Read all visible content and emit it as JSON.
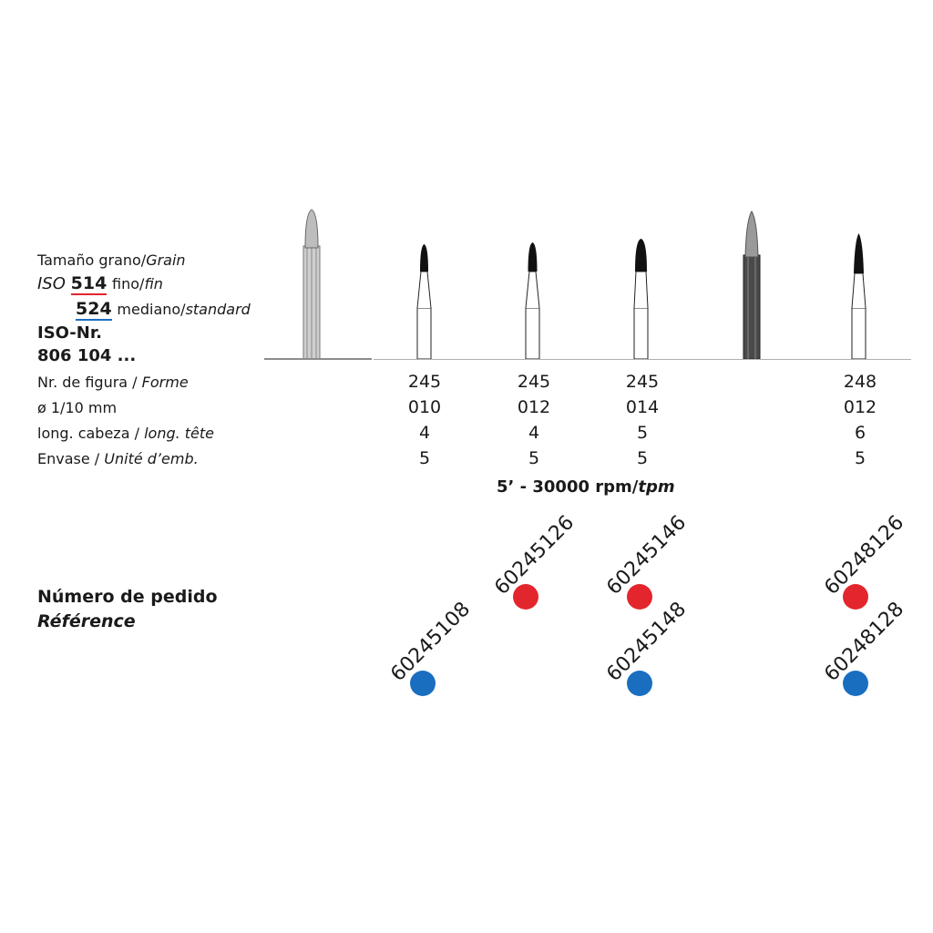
{
  "grain": {
    "title": "Tamaño grano/",
    "title_it": "Grain",
    "iso_prefix": "ISO",
    "fine_code": "514",
    "fine_label": "fino/",
    "fine_label_it": "fin",
    "medium_code": "524",
    "medium_label": "mediano/",
    "medium_label_it": "standard",
    "fine_color": "#e3262d",
    "medium_color": "#1a6ec0"
  },
  "iso_nr": {
    "label": "ISO-Nr.",
    "value": "806 104 ..."
  },
  "rows": [
    {
      "label": "Nr. de figura / ",
      "label_it": "Forme",
      "values": [
        "245",
        "245",
        "245",
        "248"
      ]
    },
    {
      "label": "ø 1/10 mm",
      "label_it": "",
      "values": [
        "010",
        "012",
        "014",
        "012"
      ]
    },
    {
      "label": "long. cabeza / ",
      "label_it": "long. tête",
      "values": [
        "4",
        "4",
        "5",
        "6"
      ]
    },
    {
      "label": "Envase / ",
      "label_it": "Unité d’emb.",
      "values": [
        "5",
        "5",
        "5",
        "5"
      ]
    }
  ],
  "speed": {
    "text": "5’ - 30000 rpm/",
    "text_it": "tpm"
  },
  "order": {
    "label": "Número de pedido",
    "label_it": "Référence"
  },
  "references": {
    "red": [
      "60245126",
      "60245146",
      "60248126"
    ],
    "blue": [
      "60245108",
      "60245148",
      "60248128"
    ]
  },
  "icons": {
    "bur": "dental-bur-icon",
    "dot_red": "red-dot-icon",
    "dot_blue": "blue-dot-icon"
  }
}
